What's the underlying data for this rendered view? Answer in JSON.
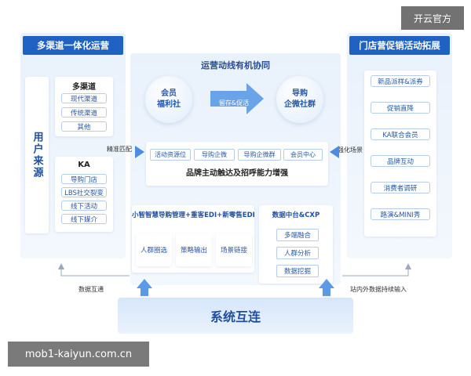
{
  "watermark_top": "开云官方",
  "watermark_bottom": "mob1-kaiyun.com.cn",
  "left": {
    "header": "多渠道一体化运营",
    "user_source": "用户来源",
    "multichannel": {
      "title": "多渠道",
      "items": [
        "现代渠道",
        "传统渠道",
        "其他"
      ]
    },
    "ka": {
      "title": "KA",
      "items": [
        "导购门店",
        "LBS社交裂变",
        "线下活动",
        "线下媒介"
      ]
    }
  },
  "center": {
    "title": "运营动线有机协同",
    "circle_left": "会员\n福利社",
    "circle_right": "导购\n企微社群",
    "flow_label": "留存&促活",
    "chips": [
      "活动资源位",
      "导购企微",
      "导购企微群",
      "会员中心"
    ],
    "slogan": "品牌主动触达及招呼能力增强",
    "guide": {
      "title": "小智智慧导购管理+重客EDI+新零售EDI",
      "items": [
        "人群圈选",
        "策略输出",
        "场景链接"
      ]
    },
    "data": {
      "title": "数据中台&CXP",
      "items": [
        "多端融合",
        "人群分析",
        "数据挖掘"
      ]
    }
  },
  "right": {
    "header": "门店营促销活动拓展",
    "items": [
      "新品派样&派券",
      "促销直降",
      "KA联合会员",
      "品牌互动",
      "消费者调研",
      "路演&MINI秀"
    ]
  },
  "flows": {
    "precise_match": "精准匹配",
    "strengthen_scene": "强化场景",
    "data_exchange": "数据互通",
    "continuous_input": "站内外数据持续输入"
  },
  "bottom": {
    "title": "系统互连"
  }
}
